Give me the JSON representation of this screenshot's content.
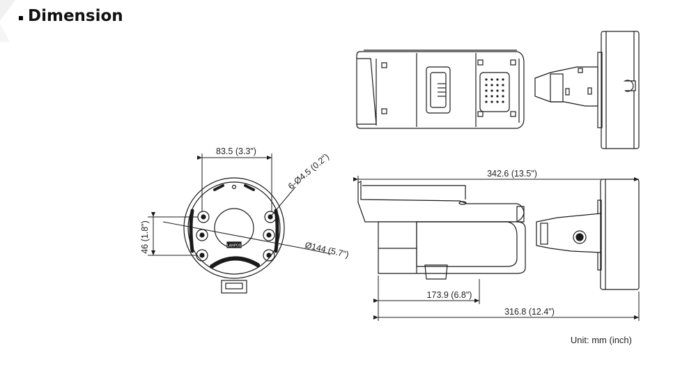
{
  "header": {
    "title": "Dimension"
  },
  "footer": {
    "unit": "Unit: mm (inch)"
  },
  "dimensions": {
    "hole_spacing": "83.5 (3.3\")",
    "hole_diameter": "6-Ø4.5 (0.2\")",
    "vertical_spacing": "46 (1.8\")",
    "base_diameter": "Ø144 (5.7\")",
    "total_length": "342.6 (13.5\")",
    "body_length": "173.9 (6.8\")",
    "overall_depth": "316.8 (12.4\")"
  },
  "labels": {
    "brand": "LANPOS"
  },
  "colors": {
    "line": "#1a1a1a",
    "fill": "#ffffff",
    "accent_gray": "#c8c8c8"
  }
}
